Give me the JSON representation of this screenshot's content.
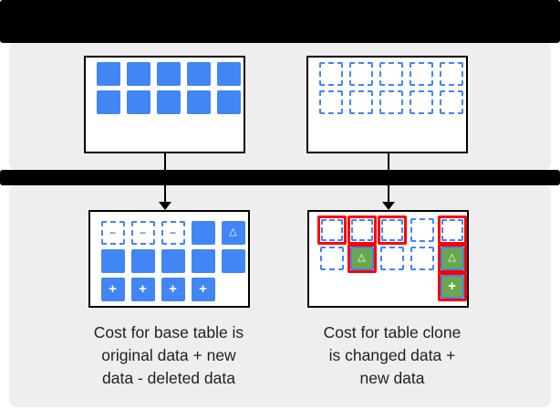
{
  "colors": {
    "blue": "#4285F4",
    "green": "#6AA84F",
    "red": "#FF0000",
    "panel": "#EEEEEE",
    "bar": "#000000",
    "box_border": "#000000",
    "text": "#212121"
  },
  "glyphs": {
    "minus": "−",
    "plus": "+",
    "triangle": "△"
  },
  "boxes": {
    "base_table_original": {
      "grid": [
        [
          "filled",
          "filled",
          "filled",
          "filled",
          "filled"
        ],
        [
          "filled",
          "filled",
          "filled",
          "filled",
          "filled"
        ]
      ]
    },
    "table_clone_empty": {
      "grid": [
        [
          "dashed",
          "dashed",
          "dashed",
          "dashed",
          "dashed"
        ],
        [
          "dashed",
          "dashed",
          "dashed",
          "dashed",
          "dashed"
        ]
      ]
    },
    "base_table_changes": {
      "grid": [
        [
          "dashed-minus",
          "dashed-minus",
          "dashed-minus",
          "filled",
          "filled-triangle"
        ],
        [
          "filled",
          "filled",
          "filled",
          "filled",
          "filled"
        ],
        [
          "filled-plus",
          "filled-plus",
          "filled-plus",
          "filled-plus",
          "empty"
        ]
      ]
    },
    "table_clone_changes": {
      "grid": [
        [
          "red-dashed",
          "red-dashed",
          "red-dashed",
          "dashed",
          "red-dashed"
        ],
        [
          "dashed",
          "green-triangle",
          "dashed",
          "dashed",
          "green-triangle"
        ],
        [
          "empty",
          "empty",
          "empty",
          "empty",
          "green-plus"
        ]
      ]
    }
  },
  "captions": {
    "base_table": {
      "lines": [
        "Cost for base table is",
        "original data + new",
        "data - deleted data"
      ]
    },
    "table_clone": {
      "lines": [
        "Cost for table clone",
        "is changed data +",
        "new data"
      ]
    }
  }
}
